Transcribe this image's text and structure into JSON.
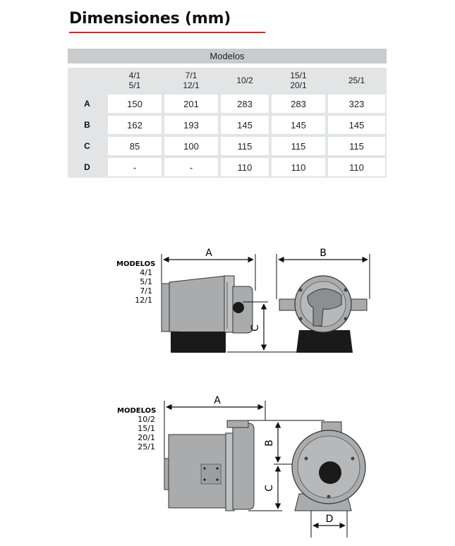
{
  "title": "Dimensiones (mm)",
  "table": {
    "group_header": "Modelos",
    "columns": [
      {
        "line1": "4/1",
        "line2": "5/1"
      },
      {
        "line1": "7/1",
        "line2": "12/1"
      },
      {
        "line1": "10/2",
        "line2": ""
      },
      {
        "line1": "15/1",
        "line2": "20/1"
      },
      {
        "line1": "25/1",
        "line2": ""
      }
    ],
    "rows": [
      {
        "label": "A",
        "values": [
          "150",
          "201",
          "283",
          "283",
          "323"
        ]
      },
      {
        "label": "B",
        "values": [
          "162",
          "193",
          "145",
          "145",
          "145"
        ]
      },
      {
        "label": "C",
        "values": [
          "85",
          "100",
          "115",
          "115",
          "115"
        ]
      },
      {
        "label": "D",
        "values": [
          "-",
          "-",
          "110",
          "110",
          "110"
        ]
      }
    ]
  },
  "diagram_top": {
    "models_label": "MODELOS",
    "models": [
      "4/1",
      "5/1",
      "7/1",
      "12/1"
    ],
    "dim_a": "A",
    "dim_b": "B",
    "dim_c": "C"
  },
  "diagram_bottom": {
    "models_label": "MODELOS",
    "models": [
      "10/2",
      "15/1",
      "20/1",
      "25/1"
    ],
    "dim_a": "A",
    "dim_b": "B",
    "dim_c": "C",
    "dim_d": "D"
  },
  "colors": {
    "accent": "#e0231e",
    "table_header": "#c9cbcd",
    "table_bg": "#e3e4e5",
    "pump_body": "#a9abad",
    "pump_dark": "#1a1a1a"
  }
}
